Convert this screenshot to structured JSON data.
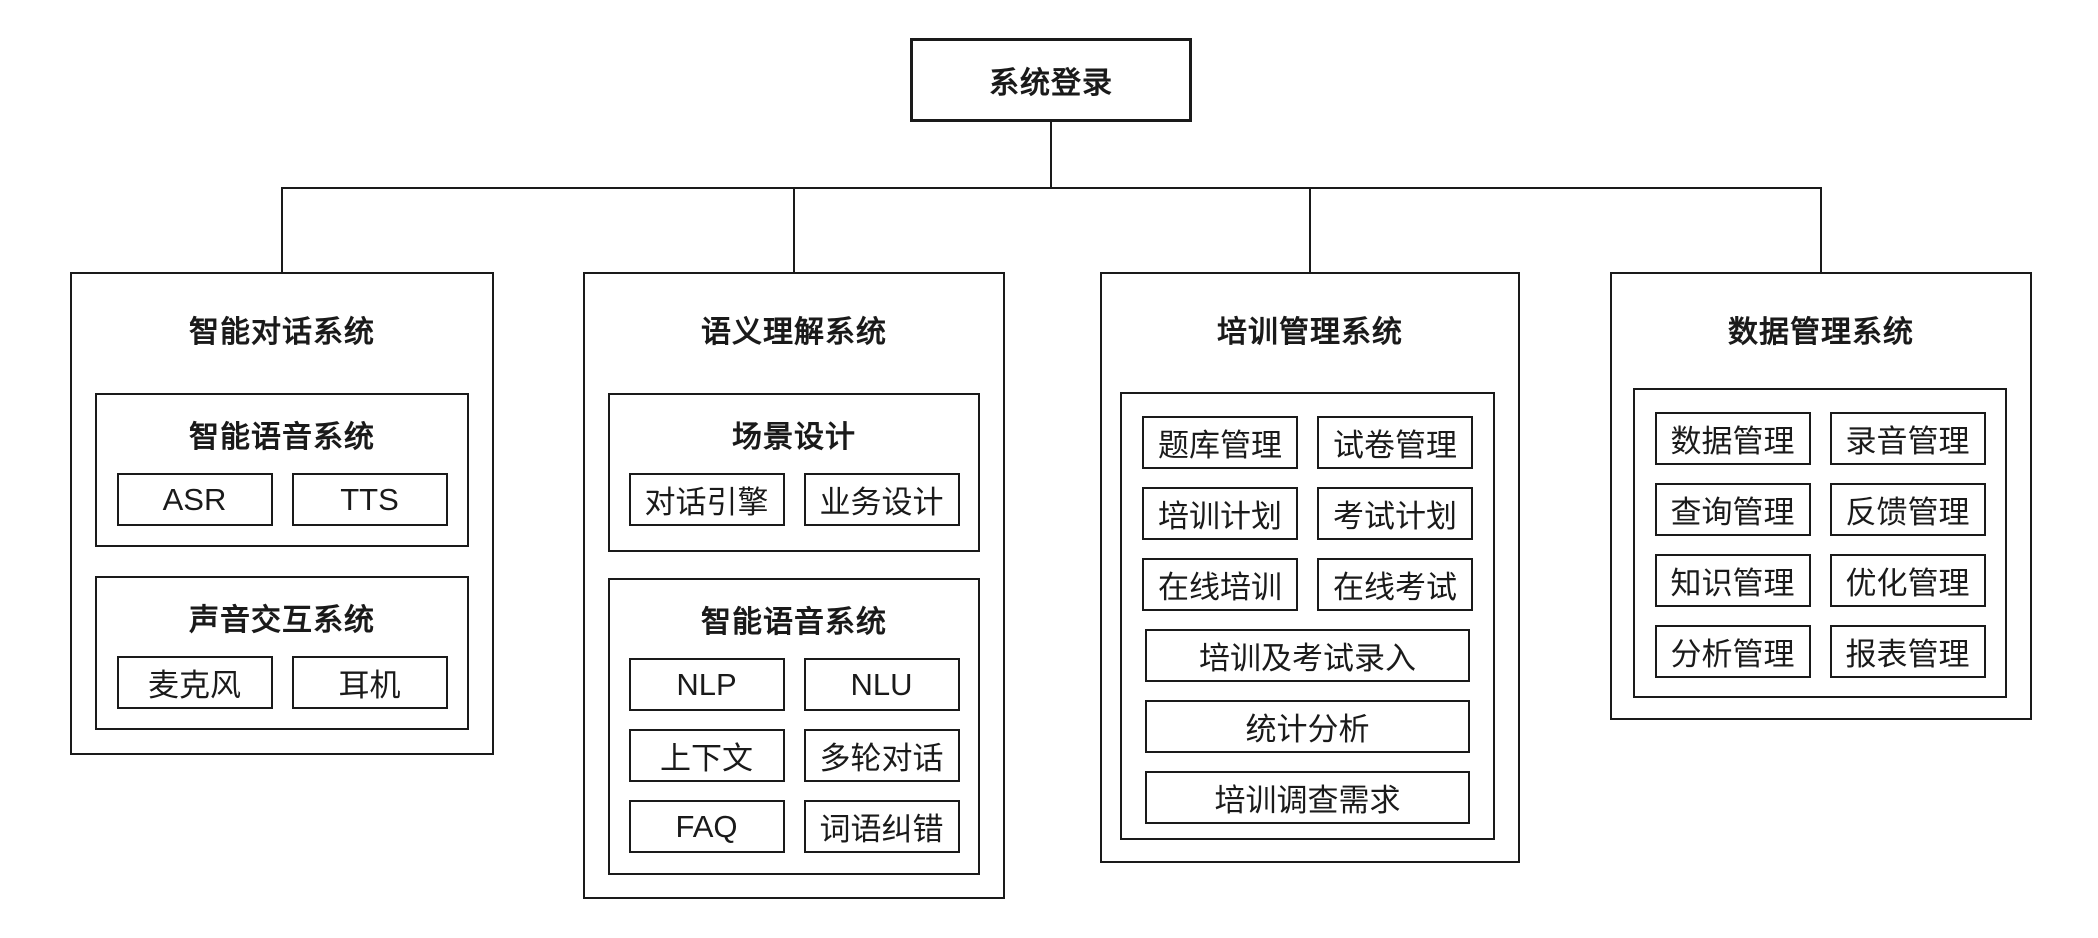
{
  "root": {
    "label": "系统登录"
  },
  "panels": [
    {
      "title": "智能对话系统",
      "groups": [
        {
          "title": "智能语音系统",
          "rows": [
            [
              "ASR",
              "TTS"
            ]
          ]
        },
        {
          "title": "声音交互系统",
          "rows": [
            [
              "麦克风",
              "耳机"
            ]
          ]
        }
      ]
    },
    {
      "title": "语义理解系统",
      "groups": [
        {
          "title": "场景设计",
          "rows": [
            [
              "对话引擎",
              "业务设计"
            ]
          ]
        },
        {
          "title": "智能语音系统",
          "rows": [
            [
              "NLP",
              "NLU"
            ],
            [
              "上下文",
              "多轮对话"
            ],
            [
              "FAQ",
              "词语纠错"
            ]
          ]
        }
      ]
    },
    {
      "title": "培训管理系统",
      "groups": [
        {
          "rows": [
            [
              "题库管理",
              "试卷管理"
            ],
            [
              "培训计划",
              "考试计划"
            ],
            [
              "在线培训",
              "在线考试"
            ],
            [
              "培训及考试录入"
            ],
            [
              "统计分析"
            ],
            [
              "培训调查需求"
            ]
          ]
        }
      ]
    },
    {
      "title": "数据管理系统",
      "groups": [
        {
          "rows": [
            [
              "数据管理",
              "录音管理"
            ],
            [
              "查询管理",
              "反馈管理"
            ],
            [
              "知识管理",
              "优化管理"
            ],
            [
              "分析管理",
              "报表管理"
            ]
          ]
        }
      ]
    }
  ],
  "colors": {
    "line": "#1a1a1a",
    "text": "#1a1a1a",
    "background": "#ffffff"
  }
}
